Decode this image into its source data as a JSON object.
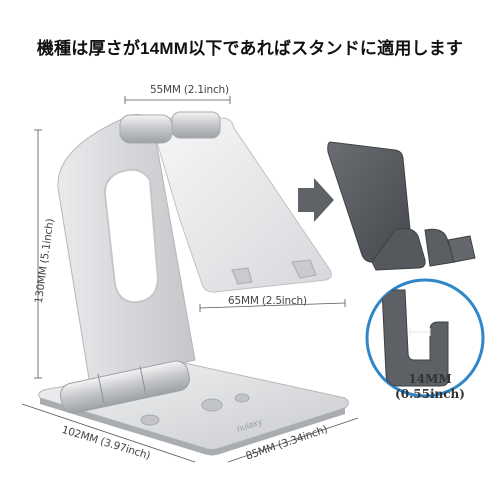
{
  "headline": "機種は厚さが14MM以下であればスタンドに適用します",
  "dimensions": {
    "top_width": "55MM (2.1inch)",
    "middle_width": "65MM (2.5inch)",
    "height": "130MM (5.1inch)",
    "base_depth": "102MM (3.97inch)",
    "base_width": "85MM (3.34inch)"
  },
  "thickness": {
    "value": "14MM",
    "inch": "(0.55inch)"
  },
  "brand_mark": "nulaxy",
  "colors": {
    "silver": "#d9dadc",
    "phone_dark": "#5b5e62",
    "arrow": "#5f6266",
    "circle_border": "#2f86c8"
  }
}
